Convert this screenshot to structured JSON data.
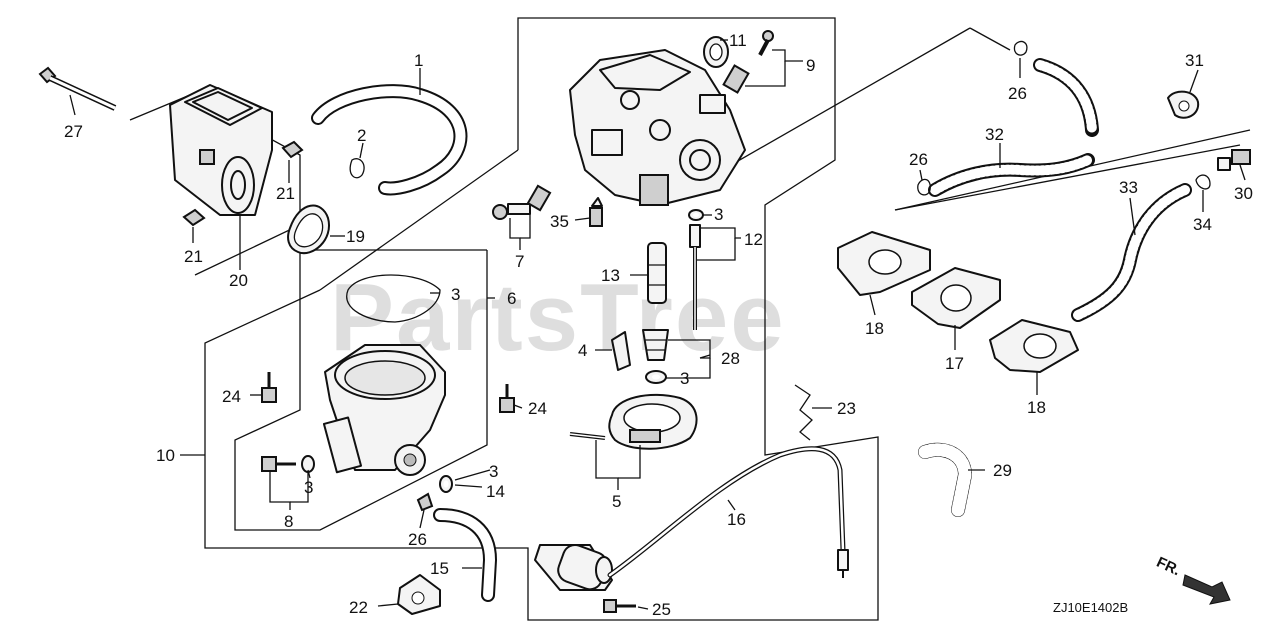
{
  "watermark": "PartsTree",
  "diagram_code": "ZJ10E1402B",
  "front_indicator": "FR.",
  "callouts": [
    "1",
    "2",
    "3",
    "3",
    "3",
    "3",
    "3",
    "4",
    "5",
    "6",
    "7",
    "8",
    "9",
    "10",
    "11",
    "12",
    "13",
    "14",
    "15",
    "16",
    "17",
    "18",
    "18",
    "19",
    "20",
    "21",
    "21",
    "22",
    "23",
    "24",
    "24",
    "25",
    "26",
    "26",
    "26",
    "27",
    "28",
    "29",
    "30",
    "31",
    "32",
    "33",
    "34",
    "35"
  ]
}
